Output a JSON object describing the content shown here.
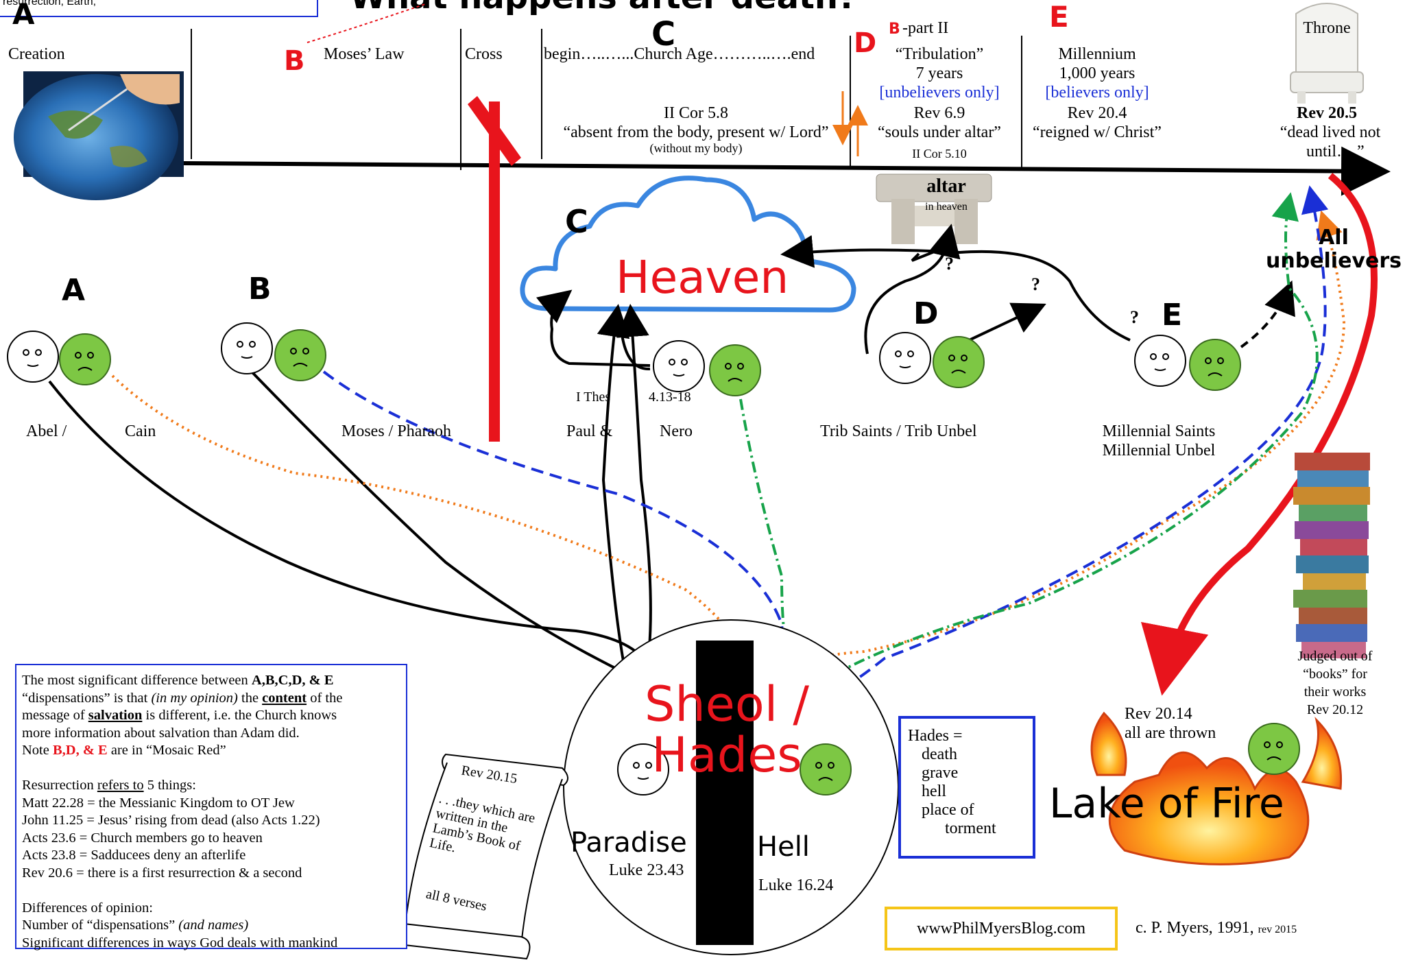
{
  "title": "What happens after death?",
  "top_note": "resurrection, Earth,",
  "timeline": {
    "creation": "Creation",
    "moses_law": "Moses’ Law",
    "cross": "Cross",
    "church_age": "begin…..…...Church Age………..….end",
    "church_ref": "II Cor 5.8",
    "church_quote": "“absent from the body, present w/ Lord”",
    "church_note": "(without my body)",
    "b_part2": "-part II",
    "tribulation": "“Tribulation”",
    "trib_years": "7 years",
    "trib_who": "[unbelievers only]",
    "trib_ref": "Rev 6.9",
    "trib_quote": "“souls under altar”",
    "trib_ref2": "II Cor 5.10",
    "millennium": "Millennium",
    "mill_years": "1,000 years",
    "mill_who": "[believers only]",
    "mill_ref": "Rev 20.4",
    "mill_quote": "“reigned w/ Christ”",
    "throne": "Throne",
    "throne_ref": "Rev 20.5",
    "throne_quote1": "“dead lived not",
    "throne_quote2": "until….”"
  },
  "letters": {
    "A": "A",
    "B": "B",
    "C": "C",
    "D": "D",
    "E": "E"
  },
  "heaven": "Heaven",
  "altar": "altar",
  "altar_sub": "in heaven",
  "question": "?",
  "all_unbelievers": "All unbelievers",
  "people": {
    "abel": "Abel /",
    "cain": "Cain",
    "moses": "Moses / Pharaoh",
    "paul": "Paul &",
    "nero": "Nero",
    "thes1": "I Thes",
    "thes2": "4.13-18",
    "trib": "Trib Saints / Trib Unbel",
    "mill1": "Millennial Saints",
    "mill2": "Millennial Unbel"
  },
  "sheol": "Sheol / Hades",
  "paradise": "Paradise",
  "paradise_ref": "Luke 23.43",
  "hell": "Hell",
  "hell_ref": "Luke 16.24",
  "scroll": {
    "ref": "Rev 20.15",
    "text": ". . .they which are written in the Lamb’s Book of Life.",
    "note": "all 8 verses"
  },
  "hades_box": {
    "l1": "Hades =",
    "l2": "death",
    "l3": "grave",
    "l4": "hell",
    "l5": "place of",
    "l6": "torment"
  },
  "lake": {
    "ref": "Rev 20.14",
    "text": "all are thrown",
    "label": "Lake of Fire"
  },
  "books": {
    "l1": "Judged out of",
    "l2": "“books” for",
    "l3": "their works",
    "l4": "Rev 20.12"
  },
  "website": "wwwPhilMyersBlog.com",
  "copyright": "c.   P. Myers, 1991,",
  "rev": "rev 2015",
  "notes": {
    "p1a": "The most significant difference between ",
    "p1b": "A,B,C,D, & E",
    "p1c": "“dispensations” is that ",
    "p1d": "(in my opinion)",
    "p1e": " the ",
    "p1f": "content",
    "p1g": " of the",
    "p1h": "message of ",
    "p1i": "salvation",
    "p1j": " is different, i.e. the Church knows",
    "p1k": "more information about salvation than Adam did.",
    "p1l": "Note ",
    "p1m": "B,D, & E",
    "p1n": " are in “Mosaic Red”",
    "r0a": "Resurrection ",
    "r0b": "refers to",
    "r0c": " 5 things:",
    "r1": "Matt 22.28  = the Messianic Kingdom to OT Jew",
    "r2": "John 11.25 = Jesus’ rising from dead   (also Acts 1.22)",
    "r3": "Acts 23.6 = Church members go to heaven",
    "r4": "Acts 23.8 =  Sadducees deny an afterlife",
    "r5": "Rev 20.6 = there is a first resurrection & a second",
    "d0": "Differences of opinion:",
    "d1a": "Number of “dispensations” ",
    "d1b": "(and names)",
    "d2": "Significant differences in ways God deals with mankind"
  },
  "colors": {
    "red": "#e8141c",
    "blue": "#1a2fd6",
    "orange": "#f07a1a",
    "green": "#17a34a",
    "face_green": "#7dc744"
  }
}
